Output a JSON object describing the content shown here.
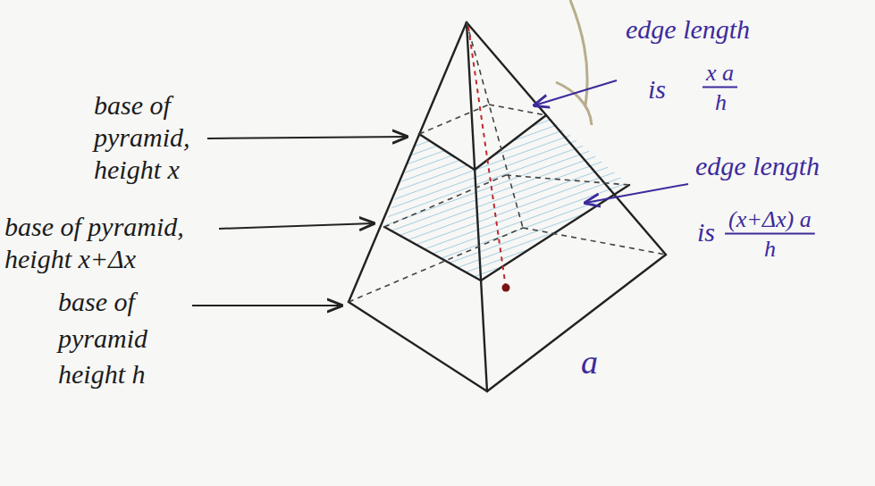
{
  "diagram": {
    "labels": [
      "base of pyramid, height x",
      "base of pyramid, height x+Δx",
      "base of pyramid height h",
      "edge length",
      "is",
      "x a",
      "h",
      "edge length",
      "is",
      "(x+Δx) a",
      "h",
      "a"
    ]
  }
}
